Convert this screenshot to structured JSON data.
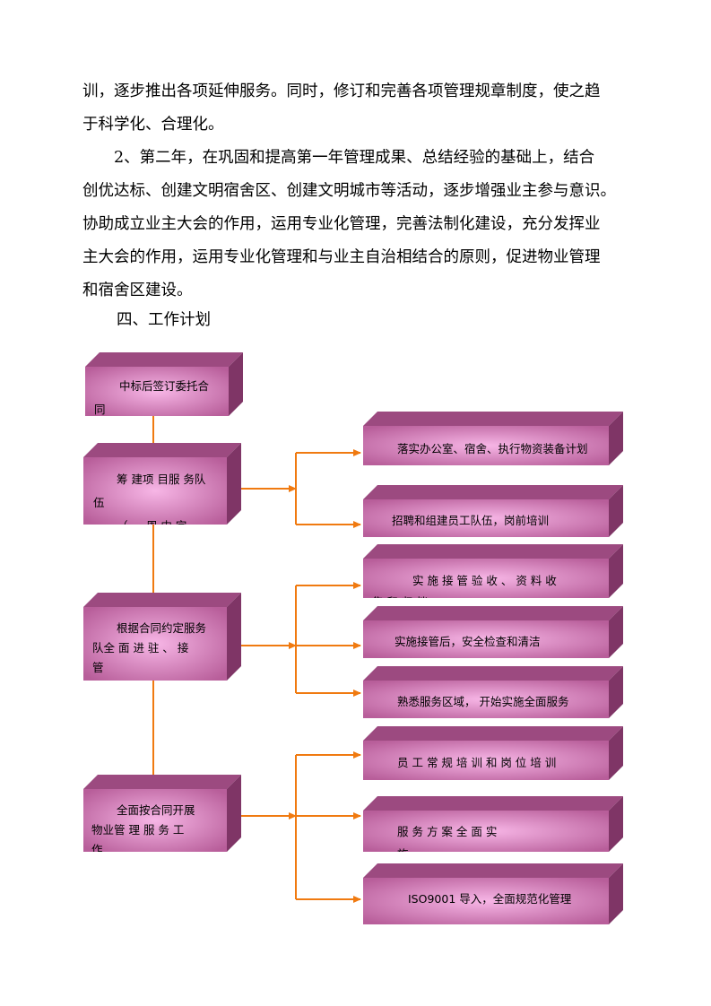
{
  "paragraphs": [
    {
      "lines": [
        "训，逐步推出各项延伸服务。同时，修订和完善各项管理规章制度，使之趋",
        "于科学化、合理化。"
      ]
    },
    {
      "lines": [
        "　　2、第二年，在巩固和提高第一年管理成果、总结经验的基础上，结合",
        "创优达标、创建文明宿舍区、创建文明城市等活动，逐步增强业主参与意识。",
        "协助成立业主大会的作用，运用专业化管理，完善法制化建设，充分发挥业",
        "主大会的作用，运用专业化管理和与业主自治相结合的原则，促进物业管理",
        "和宿舍区建设。"
      ]
    }
  ],
  "section_heading": "四、工作计划",
  "flowchart": {
    "colors": {
      "box_front": "#d98cc0",
      "box_top": "#9c4a80",
      "box_side": "#7f3566",
      "arrow": "#f07a10"
    },
    "left_boxes": [
      {
        "id": "contract",
        "lines": [
          "中标后签订委托合",
          "同"
        ]
      },
      {
        "id": "team",
        "lines": [
          "筹 建项 目服 务队",
          "伍",
          "（ 一 周 内 完"
        ]
      },
      {
        "id": "takeover",
        "lines": [
          "根据合同约定服务",
          "队全 面 进 驻 、 接",
          "管"
        ]
      },
      {
        "id": "service",
        "lines": [
          "全面按合同开展",
          "物业管 理 服 务 工",
          "作"
        ]
      }
    ],
    "right_boxes": [
      {
        "id": "office",
        "lines": [
          "落实办公室、宿舍、执行物资装备计划"
        ]
      },
      {
        "id": "recruit",
        "lines": [
          "招聘和组建员工队伍，岗前培训"
        ]
      },
      {
        "id": "accept",
        "lines": [
          "实 施 接 管 验 收 、 资 料 收",
          "集 和 归 档"
        ]
      },
      {
        "id": "safety",
        "lines": [
          "实施接管后，安全检查和清洁"
        ]
      },
      {
        "id": "area",
        "lines": [
          "熟悉服务区域， 开始实施全面服务"
        ]
      },
      {
        "id": "training",
        "lines": [
          "员 工 常 规 培 训 和 岗 位 培 训"
        ]
      },
      {
        "id": "plan",
        "lines": [
          "服 务 方 案 全 面 实",
          "施"
        ]
      },
      {
        "id": "iso",
        "lines": [
          "ISO9001 导入，全面规范化管理"
        ]
      }
    ]
  }
}
